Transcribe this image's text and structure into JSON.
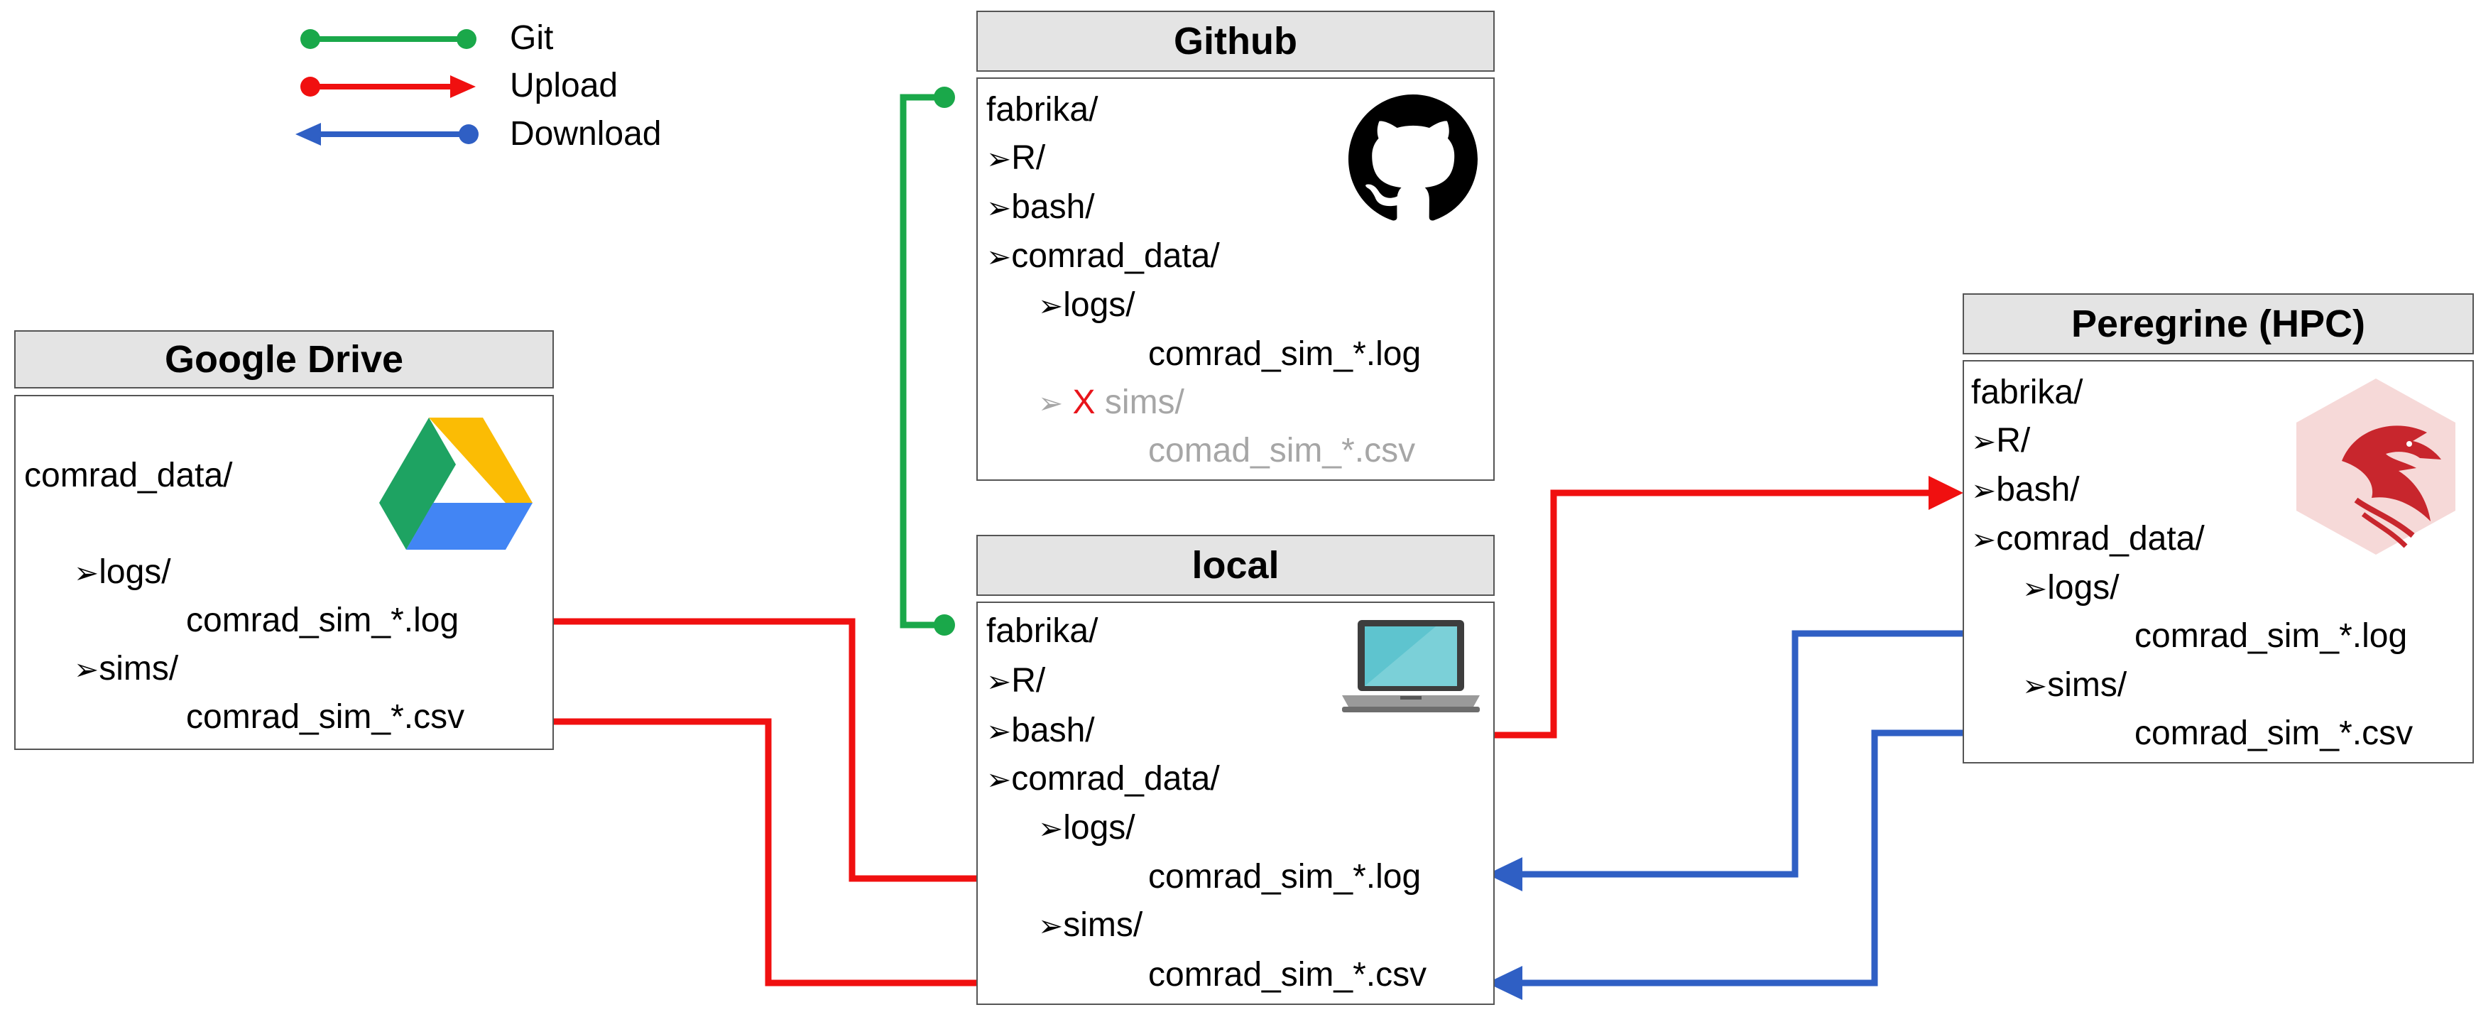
{
  "legend": {
    "git": "Git",
    "upload": "Upload",
    "download": "Download"
  },
  "colors": {
    "git": "#1aa84a",
    "upload": "#f01010",
    "download": "#2f5fc4"
  },
  "google_drive": {
    "title": "Google Drive",
    "icon": "google-drive-logo",
    "root": "comrad_data/",
    "logs_dir": "logs/",
    "log_file": "comrad_sim_*.log",
    "sims_dir": "sims/",
    "csv_file": "comrad_sim_*.csv"
  },
  "github": {
    "title": "Github",
    "icon": "github-octocat-logo",
    "root": "fabrika/",
    "r_dir": "R/",
    "bash_dir": "bash/",
    "data_dir": "comrad_data/",
    "logs_dir": "logs/",
    "log_file": "comrad_sim_*.log",
    "excluded_mark": "X",
    "sims_dir": "sims/",
    "csv_file": "comad_sim_*.csv"
  },
  "local": {
    "title": "local",
    "icon": "laptop-icon",
    "root": "fabrika/",
    "r_dir": "R/",
    "bash_dir": "bash/",
    "data_dir": "comrad_data/",
    "logs_dir": "logs/",
    "log_file": "comrad_sim_*.log",
    "sims_dir": "sims/",
    "csv_file": "comrad_sim_*.csv"
  },
  "peregrine": {
    "title": "Peregrine (HPC)",
    "icon": "peregrine-falcon-logo",
    "root": "fabrika/",
    "r_dir": "R/",
    "bash_dir": "bash/",
    "data_dir": "comrad_data/",
    "logs_dir": "logs/",
    "log_file": "comrad_sim_*.log",
    "sims_dir": "sims/",
    "csv_file": "comrad_sim_*.csv"
  },
  "folder_marker": "➢"
}
